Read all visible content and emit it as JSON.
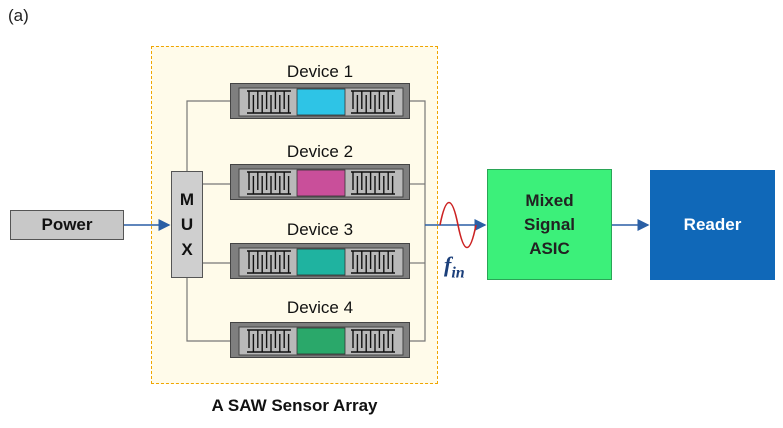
{
  "panel_label": "(a)",
  "power": {
    "label": "Power"
  },
  "mux": {
    "letters": [
      "M",
      "U",
      "X"
    ]
  },
  "devices": [
    {
      "label": "Device 1",
      "sensing_color": "#2ec4e6"
    },
    {
      "label": "Device 2",
      "sensing_color": "#c94f9a"
    },
    {
      "label": "Device 3",
      "sensing_color": "#1fb3a0"
    },
    {
      "label": "Device 4",
      "sensing_color": "#2aa86a"
    }
  ],
  "array_caption": "A SAW Sensor Array",
  "signal": {
    "symbol": "f",
    "subscript": "in"
  },
  "asic": {
    "lines": [
      "Mixed",
      "Signal",
      "ASIC"
    ]
  },
  "reader": {
    "label": "Reader"
  },
  "colors": {
    "arrow": "#2a5fa5",
    "array_border": "#f0a500",
    "asic": "#3cf07a",
    "reader": "#1068b8",
    "wave": "#cc2222"
  }
}
